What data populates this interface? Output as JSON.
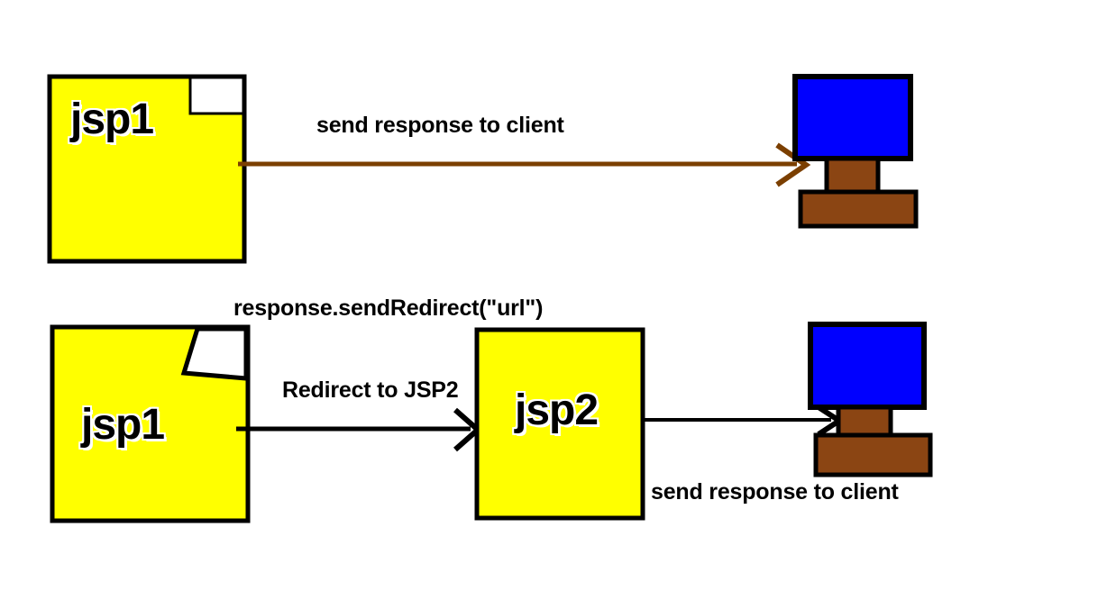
{
  "diagram": {
    "title": "JSP sendRedirect flow diagram",
    "colors": {
      "page_background": "#ffffff",
      "jsp_fill": "#ffff00",
      "jsp_stroke": "#000000",
      "monitor_screen": "#0000ff",
      "monitor_body": "#8b4513",
      "arrow_black": "#000000",
      "arrow_brown": "#7b3f00",
      "notch_fill": "#ffffff"
    },
    "rows": [
      {
        "row_name": "direct-response-row",
        "nodes": [
          {
            "id": "jsp1-top",
            "kind": "jsp-page",
            "label": "jsp1",
            "notch": "square"
          },
          {
            "id": "client-top",
            "kind": "client-computer",
            "label": ""
          }
        ],
        "edges": [
          {
            "id": "edge-send-response-top",
            "label": "send response to client",
            "color": "#7b3f00",
            "from": "jsp1-top",
            "to": "client-top"
          }
        ]
      },
      {
        "row_name": "redirect-row",
        "annotation": "response.sendRedirect(\"url\")",
        "nodes": [
          {
            "id": "jsp1-bottom",
            "kind": "jsp-page",
            "label": "jsp1",
            "notch": "folded"
          },
          {
            "id": "jsp2",
            "kind": "jsp-page",
            "label": "jsp2",
            "notch": "none"
          },
          {
            "id": "client-bottom",
            "kind": "client-computer",
            "label": ""
          }
        ],
        "edges": [
          {
            "id": "edge-redirect",
            "label": "Redirect to JSP2",
            "color": "#000000",
            "from": "jsp1-bottom",
            "to": "jsp2"
          },
          {
            "id": "edge-send-response-bottom",
            "label": "send response to client",
            "color": "#000000",
            "from": "jsp2",
            "to": "client-bottom"
          }
        ]
      }
    ],
    "labels": {
      "jsp1_top": "jsp1",
      "jsp1_bottom": "jsp1",
      "jsp2": "jsp2",
      "send_response_top": "send response to client",
      "send_response_bottom": "send response to client",
      "send_redirect_call": "response.sendRedirect(\"url\")",
      "redirect_to_jsp2": "Redirect to JSP2"
    }
  }
}
